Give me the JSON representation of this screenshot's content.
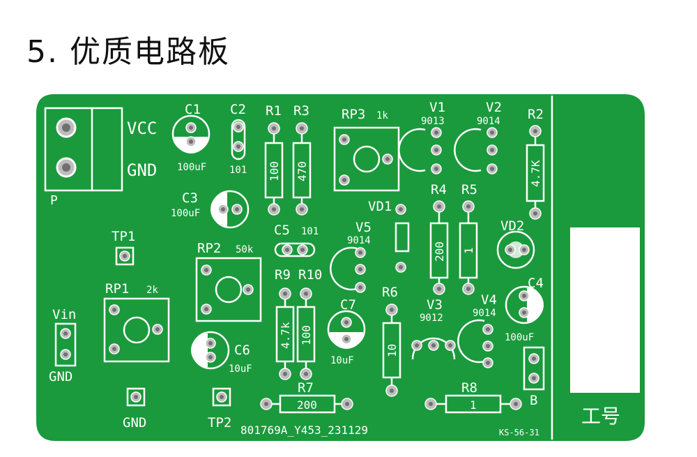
{
  "title": "5. 优质电路板",
  "board": {
    "colors": {
      "pcb": "#1a9a3c",
      "silk": "#ffffff",
      "pad": "#bdbdbd",
      "hole": "#707070",
      "blank": "#ffffff"
    },
    "power_terminal": {
      "vcc": "VCC",
      "gnd": "GND",
      "label": "P"
    },
    "components": {
      "C1": "C1",
      "C1_value": "100uF",
      "C2": "C2",
      "C2_value": "101",
      "C3": "C3",
      "C3_value": "100uF",
      "C4": "C4",
      "C4_value": "100uF",
      "C5": "C5",
      "C5_value": "101",
      "C6": "C6",
      "C6_value": "10uF",
      "C7": "C7",
      "C7_value": "10uF",
      "R1": "R1",
      "R1_value": "100",
      "R2": "R2",
      "R2_value": "4.7K",
      "R3": "R3",
      "R3_value": "470",
      "R4": "R4",
      "R4_value": "200",
      "R5": "R5",
      "R5_value": "1",
      "R6": "R6",
      "R6_value": "10",
      "R7": "R7",
      "R7_value": "200",
      "R8": "R8",
      "R8_value": "1",
      "R9": "R9",
      "R9_value": "4.7k",
      "R10": "R10",
      "R10_value": "100",
      "RP1": "RP1",
      "RP1_value": "2k",
      "RP2": "RP2",
      "RP2_value": "50k",
      "RP3": "RP3",
      "RP3_value": "1k",
      "V1": "V1",
      "V1_value": "9013",
      "V2": "V2",
      "V2_value": "9014",
      "V3": "V3",
      "V3_value": "9012",
      "V4": "V4",
      "V4_value": "9014",
      "V5": "V5",
      "V5_value": "9014",
      "VD1": "VD1",
      "VD2": "VD2",
      "TP1": "TP1",
      "TP2": "TP2",
      "Vin": "Vin",
      "Vin_gnd": "GND",
      "GND": "GND",
      "B": "B"
    },
    "part_number": "801769A_Y453_231129",
    "code": "KS-56-31",
    "id_area_label": "工号"
  }
}
